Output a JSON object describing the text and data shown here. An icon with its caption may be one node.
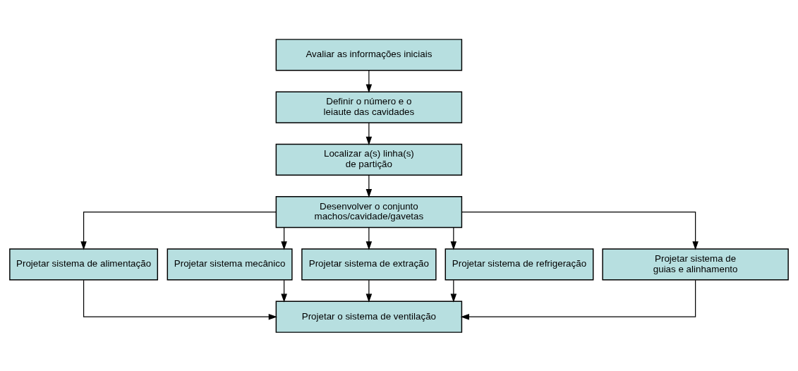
{
  "diagram": {
    "nodes": [
      {
        "text": [
          "Avaliar as informações iniciais"
        ]
      },
      {
        "text": [
          "Definir o número e o leiaute das cavidades"
        ]
      },
      {
        "text": [
          "Localizar a(s) linha(s) de partição"
        ]
      },
      {
        "text": [
          "Desenvolver o conjunto machos/cavidade/gavetas"
        ]
      },
      {
        "text": [
          "Projetar sistema de alimentação"
        ]
      },
      {
        "text": [
          "Projetar sistema mecânico"
        ]
      },
      {
        "text": [
          "Projetar sistema de extração"
        ]
      },
      {
        "text": [
          "Projetar sistema de refrigeração"
        ]
      },
      {
        "text": [
          "Projetar sistema de guias e alinhamento"
        ]
      },
      {
        "text": [
          "Projetar o sistema de ventilação"
        ]
      }
    ],
    "edges": [
      {
        "from": 0,
        "to": 1,
        "arrow": "to"
      },
      {
        "from": 1,
        "to": 2,
        "arrow": "to"
      },
      {
        "from": 2,
        "to": 3,
        "arrow": "to"
      },
      {
        "from": 3,
        "to": 4,
        "arrow": "to"
      },
      {
        "from": 3,
        "to": 5,
        "arrow": "to"
      },
      {
        "from": 3,
        "to": 6,
        "arrow": "to"
      },
      {
        "from": 3,
        "to": 7,
        "arrow": "to"
      },
      {
        "from": 3,
        "to": 8,
        "arrow": "to"
      },
      {
        "from": 4,
        "to": 9,
        "arrow": "to"
      },
      {
        "from": 5,
        "to": 9,
        "arrow": "to"
      },
      {
        "from": 6,
        "to": 9,
        "arrow": "to"
      },
      {
        "from": 7,
        "to": 9,
        "arrow": "to"
      },
      {
        "from": 8,
        "to": 9,
        "arrow": "to"
      }
    ]
  }
}
